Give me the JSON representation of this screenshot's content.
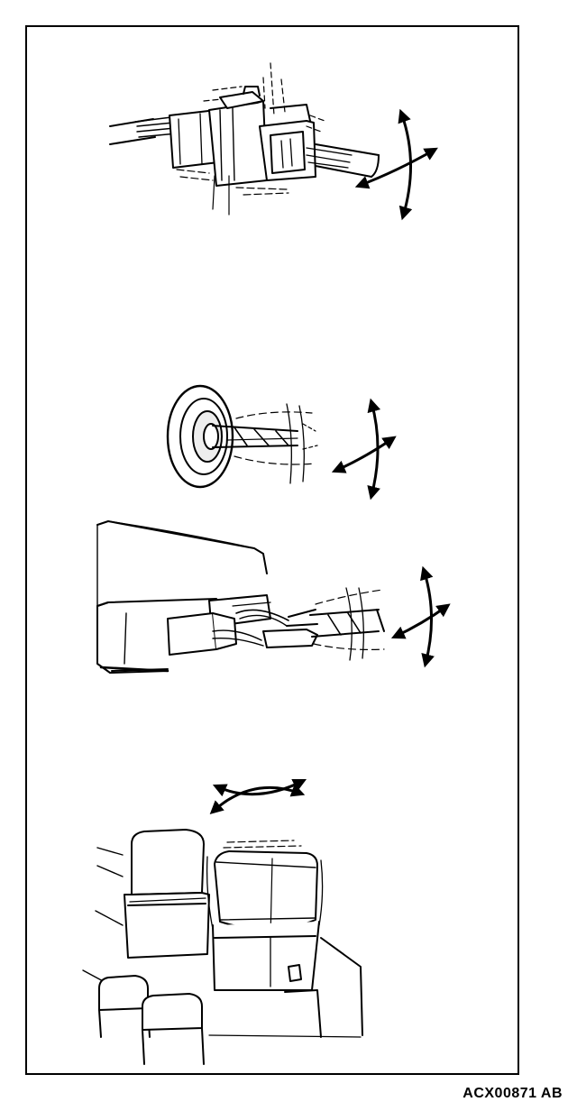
{
  "figure": {
    "code": "ACX00871 AB"
  },
  "panels": [
    {
      "name": "connector-pair",
      "motion": "bend-and-twist"
    },
    {
      "name": "grommet-harness",
      "motion": "bend-and-twist"
    },
    {
      "name": "control-unit-connectors",
      "motion": "bend-and-twist"
    },
    {
      "name": "relays",
      "motion": "rock-side-to-side"
    }
  ],
  "colors": {
    "ink": "#000000",
    "paper": "#ffffff",
    "tint": "#eeeeee"
  }
}
